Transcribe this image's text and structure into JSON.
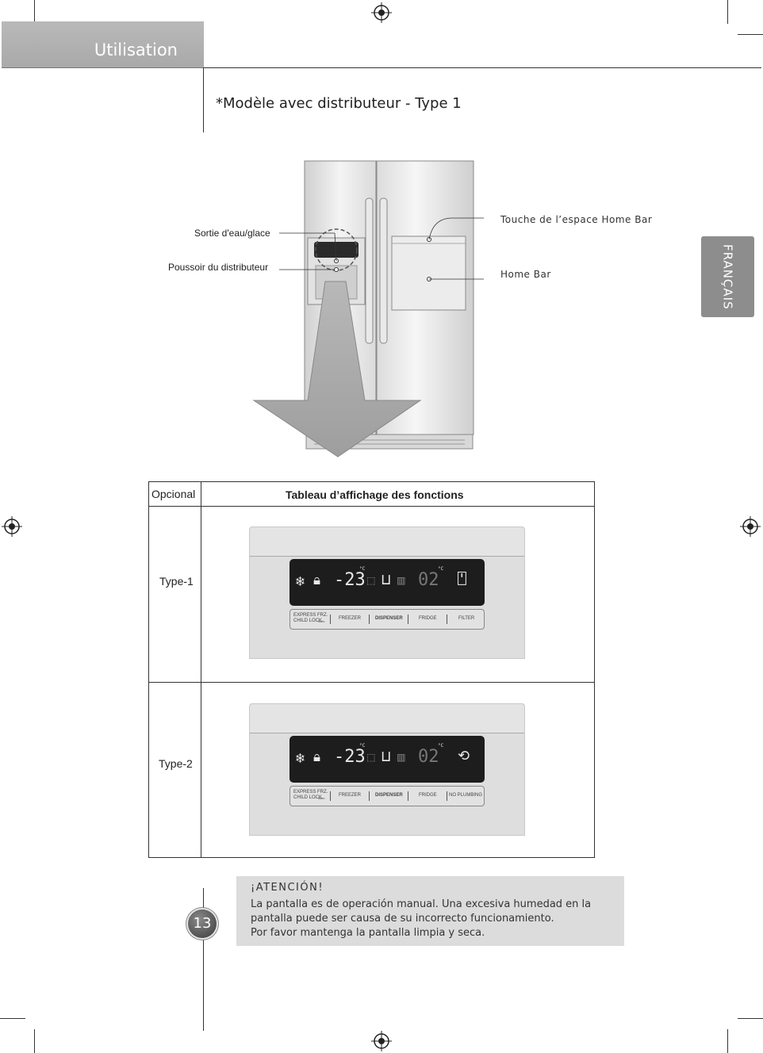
{
  "header": {
    "title": "Utilisation"
  },
  "subtitle": "*Modèle avec distributeur - Type 1",
  "language_tab": "FRANÇAIS",
  "figure_labels": {
    "water_ice_outlet": "Sortie d'eau/glace",
    "dispenser_pusher": "Poussoir du distributeur",
    "home_bar_touch": "Touche de l’espace Home Bar",
    "home_bar": "Home Bar"
  },
  "table": {
    "header_left": "Opcional",
    "header_right": "Tableau d’affichage des fonctions",
    "rows": [
      {
        "label": "Type-1",
        "lcd": {
          "freezer_temp": "-23",
          "fridge_temp": "02",
          "unit": "°C"
        },
        "buttons": [
          "EXPRESS FRZ.",
          "CHILD LOCK",
          "FREEZER",
          "DISPENSER",
          "FRIDGE",
          "FILTER"
        ],
        "child_lock_note": "3sec"
      },
      {
        "label": "Type-2",
        "lcd": {
          "freezer_temp": "-23",
          "fridge_temp": "02",
          "unit": "°C"
        },
        "buttons": [
          "EXPRESS FRZ.",
          "CHILD LOCK",
          "FREEZER",
          "DISPENSER",
          "FRIDGE",
          "NO PLUMBING"
        ],
        "child_lock_note": "3sec"
      }
    ]
  },
  "notice": {
    "heading": "¡ATENCIÓN!",
    "line1": "La pantalla es de operación manual. Una excesiva humedad en la",
    "line2": "pantalla puede ser causa de su incorrecto funcionamiento.",
    "line3": "Por favor mantenga la pantalla limpia y seca."
  },
  "page_number": "13"
}
